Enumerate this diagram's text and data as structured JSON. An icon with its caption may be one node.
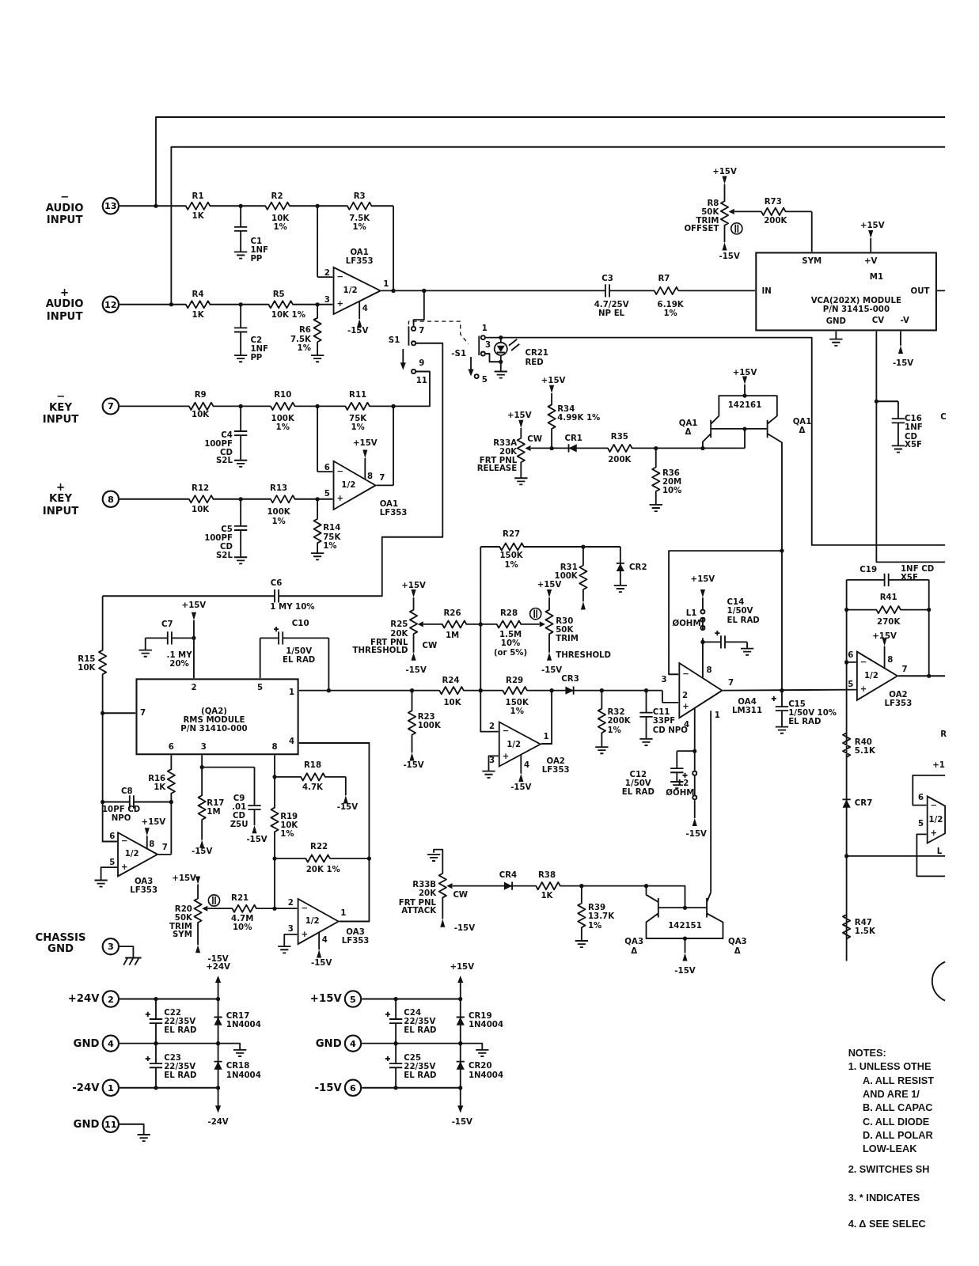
{
  "diagram": {
    "nodes": [
      {
        "text": [
          "13"
        ],
        "beside": [
          "− AUDIO INPUT"
        ]
      },
      {
        "text": [
          "SYM",
          "+V",
          "M1",
          "IN",
          "VCA(202X) MODULE P/N 31415-000",
          "OUT",
          "GND",
          "CV",
          "-V"
        ]
      },
      {
        "text": [
          "12"
        ],
        "beside": [
          "+ AUDIO INPUT"
        ]
      },
      {
        "text": [
          "−",
          "1/2",
          "+"
        ]
      },
      {
        "text": [
          "7"
        ],
        "beside": [
          "− KEY INPUT"
        ]
      },
      {
        "text": [
          "8"
        ],
        "beside": [
          "+ KEY INPUT"
        ]
      },
      {
        "text": [
          "−",
          "1/2",
          "+"
        ]
      },
      {
        "text": [
          "2",
          "5",
          "1",
          "7",
          "(QA2) RMS MODULE P/N 31410-000",
          "4",
          "6",
          "3",
          "8"
        ]
      },
      {
        "text": [
          "−",
          "1/2",
          "+"
        ]
      },
      {
        "text": [
          "−",
          "+"
        ]
      },
      {
        "text": [
          "−",
          "1/2",
          "+"
        ]
      },
      {
        "text": [
          "−",
          "1/2",
          "+"
        ]
      },
      {
        "text": [
          "−",
          "1/2",
          "+"
        ]
      },
      {
        "text": [
          "−",
          "1/2",
          "+"
        ]
      },
      {
        "text": [
          "3"
        ],
        "beside": [
          "CHASSIS GND"
        ]
      },
      {
        "text": [
          "2"
        ],
        "beside": [
          "+24V"
        ]
      },
      {
        "text": [
          "5"
        ],
        "beside": [
          "+15V"
        ]
      },
      {
        "text": [
          "4"
        ],
        "beside": [
          "GND"
        ]
      },
      {
        "text": [
          "4"
        ],
        "beside": [
          "GND"
        ]
      },
      {
        "text": [
          "1"
        ],
        "beside": [
          "-24V"
        ]
      },
      {
        "text": [
          "6"
        ],
        "beside": [
          "-15V"
        ]
      },
      {
        "text": [
          "11"
        ],
        "beside": [
          "GND"
        ]
      }
    ],
    "edges": [
      {
        "from": 13,
        "to": 7,
        "arrow": "none"
      },
      {
        "from": 7,
        "to": 12,
        "arrow": "none"
      },
      {
        "from": 9,
        "to": 10,
        "arrow": "none"
      }
    ],
    "labels": [
      "+15V",
      "R8 50K TRIM OFFSET",
      "-15V",
      "R73",
      "200K",
      "+15V",
      "C3",
      "4.7/25V NP EL",
      "R7",
      "6.19K 1%",
      "-15V",
      "R1",
      "1K",
      "R2",
      "10K 1%",
      "R3",
      "7.5K 1%",
      "C1 1NF PP",
      "OA1 LF353",
      "2",
      "3",
      "1",
      "4",
      "-15V",
      "R4",
      "1K",
      "R5",
      "10K 1%",
      "R6 7.5K 1%",
      "C2 1NF PP",
      "S1",
      "7",
      "9",
      "11",
      "-S1",
      "1",
      "3",
      "5",
      "CR21 RED",
      "R9",
      "10K",
      "R10",
      "100K 1%",
      "R11",
      "75K 1%",
      "C4 100PF CD S2L",
      "+15V",
      "6",
      "8",
      "7",
      "5",
      "OA1 LF353",
      "R12",
      "10K",
      "R13",
      "100K 1%",
      "C5 100PF CD S2L",
      "R14 75K 1%",
      "C6",
      "1 MY 10%",
      "C7",
      "+15V",
      ".1 MY 20%",
      "C10",
      "1/50V EL RAD",
      "R15 10K",
      "R16 1K",
      "C8",
      "10PF CD NPO",
      "+15V",
      "6",
      "8",
      "7",
      "5",
      "OA3 LF353",
      "R17 1M",
      "C9 .01 CD Z5U",
      "-15V",
      "-15V",
      "R18",
      "4.7K",
      "-15V",
      "R19 10K 1%",
      "R22",
      "20K 1%",
      "+15V",
      "R20 50K TRIM SYM",
      "-15V",
      "R21",
      "4.7M 10%",
      "2",
      "3",
      "1",
      "4",
      "OA3 LF353",
      "-15V",
      "+24V",
      "C22 22/35V EL RAD",
      "CR17 1N4004",
      "C23 22/35V EL RAD",
      "CR18 1N4004",
      "-24V",
      "+15V",
      "C24 22/35V EL RAD",
      "CR19 1N4004",
      "C25 22/35V EL RAD",
      "CR20 1N4004",
      "-15V",
      "+15V",
      "+15V",
      "R34 4.99K 1%",
      "R33A 20K FRT PNL RELEASE",
      "CW",
      "CR1",
      "R35",
      "200K",
      "R36 20M 10%",
      "+15V",
      "142161",
      "QA1 Δ",
      "QA1 Δ",
      "R27",
      "150K 1%",
      "R31 100K",
      "CR2",
      "+15V",
      "R25 20K FRT PNL THRESHOLD",
      "CW",
      "-15V",
      "R26",
      "1M",
      "R28",
      "1.5M 10% (or 5%)",
      "+15V",
      "R30 50K TRIM",
      "THRESHOLD",
      "-15V",
      "R24",
      "10K",
      "R23 100K",
      "-15V",
      "R29",
      "150K 1%",
      "CR3",
      "2",
      "3",
      "1",
      "4",
      "OA2 LF353",
      "-15V",
      "R32 200K 1%",
      "C11 33PF CD NPO",
      "C12 1/50V EL RAD",
      "+15V",
      "L1",
      "ØOHM",
      "C14 1/50V EL RAD",
      "3",
      "8",
      "2",
      "7",
      "4",
      "1",
      "OA4 LM311",
      "L2",
      "ØOHM",
      "-15V",
      "C15 1/50V 10% EL RAD",
      "C16 1NF CD X5F",
      "C",
      "C19",
      "1NF CD X5F",
      "R41",
      "270K",
      "+15V",
      "6",
      "8",
      "5",
      "7",
      "OA2 LF353",
      "R40 5.1K",
      "CR7",
      "R47 1.5K",
      "R",
      "+1",
      "6",
      "5",
      "L",
      "R33B 20K FRT PNL ATTACK",
      "CW",
      "-15V",
      "CR4",
      "R38",
      "1K",
      "R39 13.7K 1%",
      "QA3 Δ",
      "142151",
      "QA3 Δ",
      "-15V",
      "NOTES:",
      "1. UNLESS OTHE",
      "A. ALL RESIST AND ARE 1/",
      "B. ALL CAPAC",
      "C. ALL DIODE",
      "D. ALL POLAR LOW-LEAK",
      "2. SWITCHES SH",
      "3. * INDICATES",
      "4. Δ SEE SELEC"
    ]
  }
}
